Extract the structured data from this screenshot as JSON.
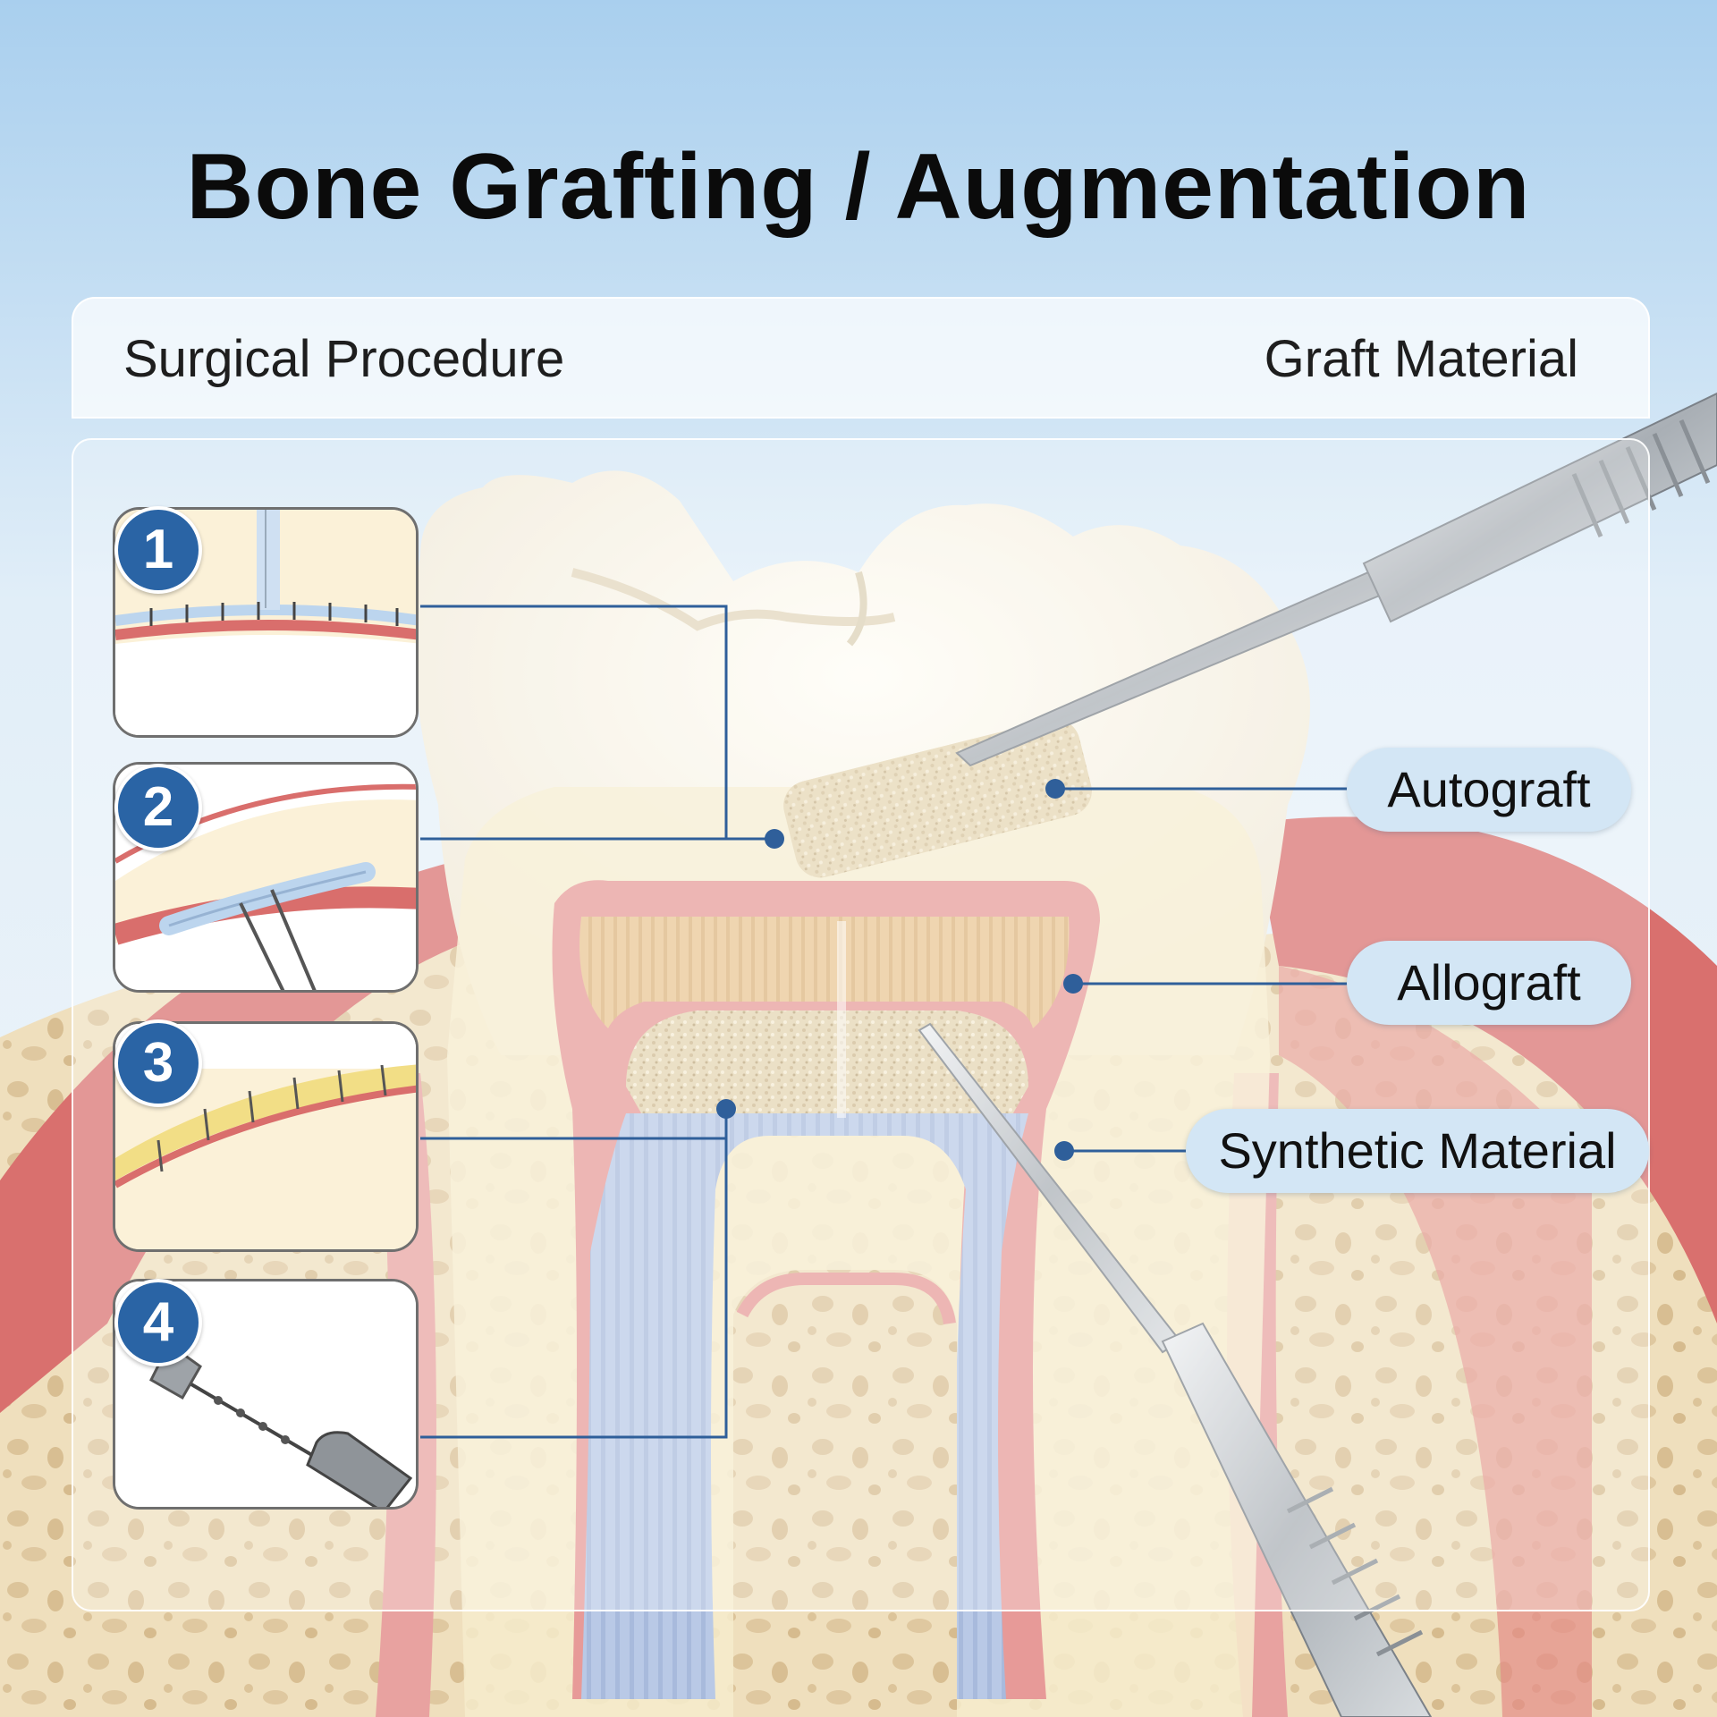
{
  "title": "Bone Grafting / Augmentation",
  "header": {
    "left_label": "Surgical Procedure",
    "right_label": "Graft Material"
  },
  "steps": [
    {
      "number": "1"
    },
    {
      "number": "2"
    },
    {
      "number": "3"
    },
    {
      "number": "4"
    }
  ],
  "graft_materials": [
    {
      "label": "Autograft"
    },
    {
      "label": "Allograft"
    },
    {
      "label": "Synthetic Material"
    }
  ],
  "colors": {
    "badge": "#2a64a5",
    "callout_line": "#2f5f9a",
    "gum": "#d9706e",
    "bone": "#efe1c2",
    "enamel": "#fbf7ee",
    "pill": "#d3e6f5"
  }
}
